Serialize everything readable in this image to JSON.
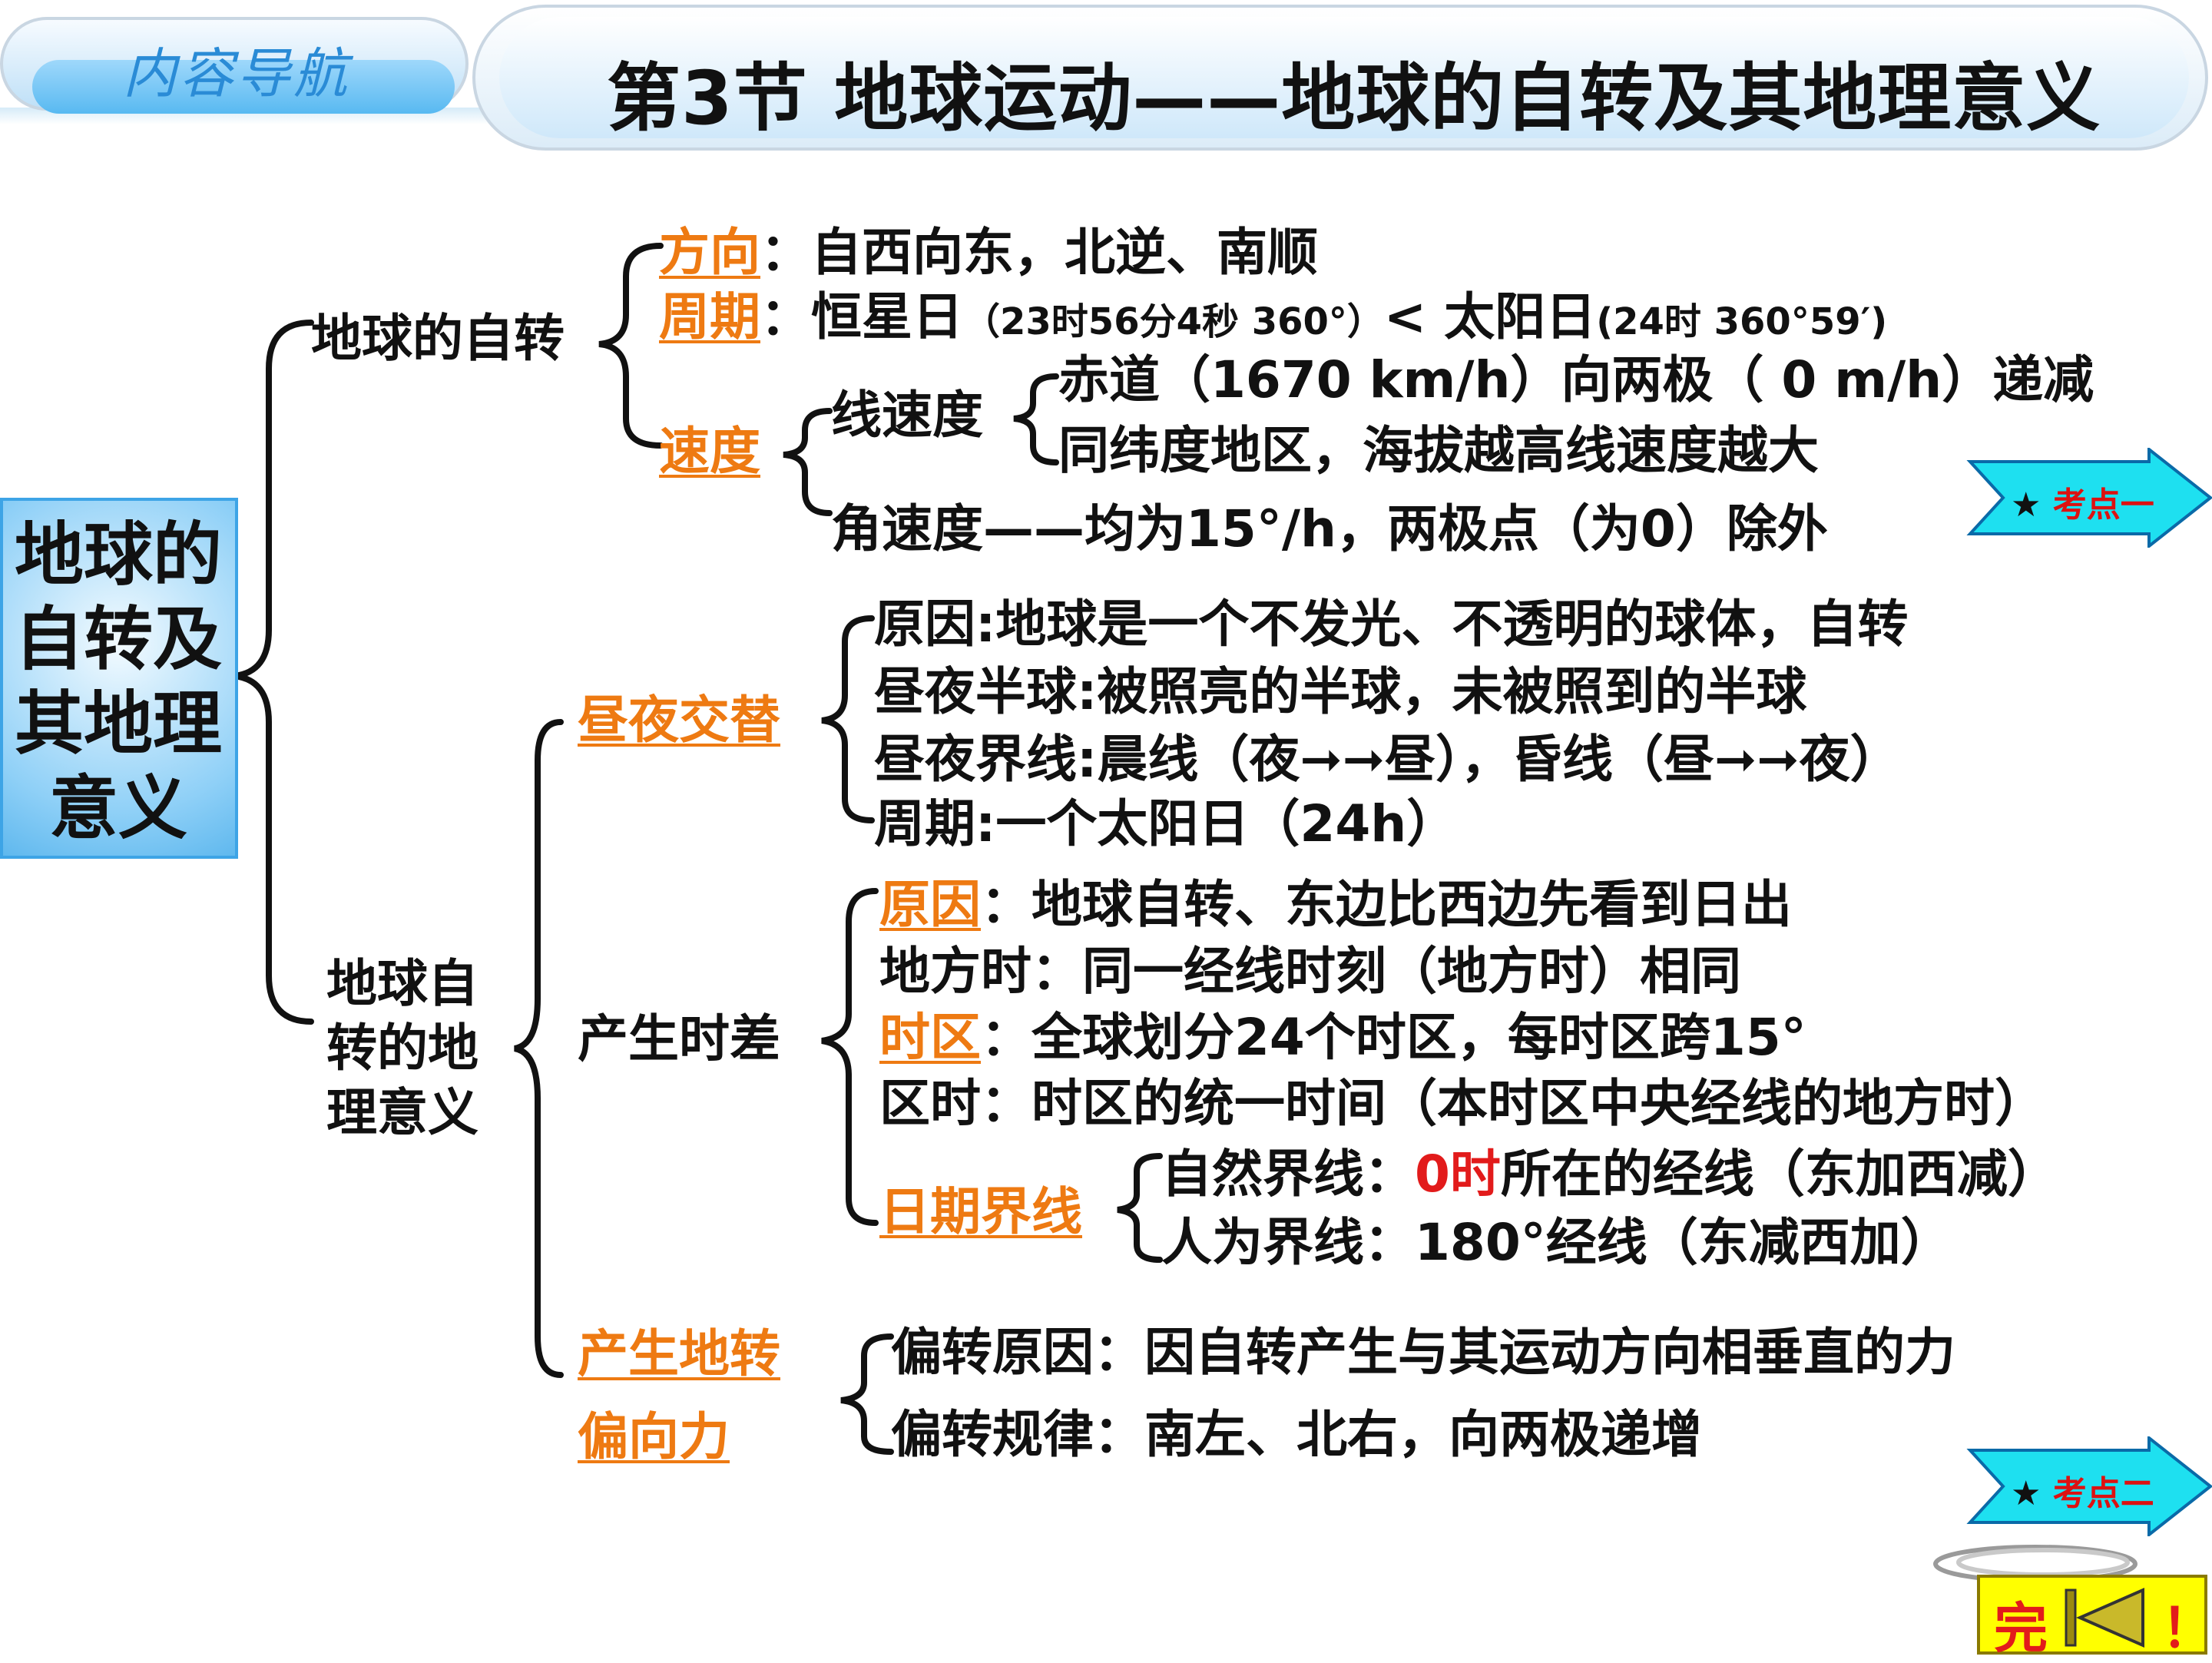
{
  "header": {
    "nav_label": "内容导航",
    "title": "第3节  地球运动——地球的自转及其地理意义"
  },
  "main_topic": "地球的\n自转及\n其地理\n意义",
  "rotation": {
    "label": "地球的自转",
    "direction": {
      "key": "方向",
      "text": "：自西向东，北逆、南顺"
    },
    "period": {
      "key": "周期",
      "sep": "：恒星日",
      "stellar": "（23时56分4秒 360°）",
      "lt": "< 太阳日",
      "solar": "(24时 360°59′)"
    },
    "speed": {
      "key": "速度",
      "linear": {
        "label": "线速度",
        "items": [
          "赤道（1670 km/h）向两极（ 0 m/h）递减",
          "同纬度地区，海拔越高线速度越大"
        ]
      },
      "angular": "角速度——均为15°/h，两极点（为0）除外"
    }
  },
  "significance": {
    "label_lines": [
      "地球自",
      "转的地",
      "理意义"
    ],
    "day_night": {
      "key": "昼夜交替",
      "items": [
        "原因:地球是一个不发光、不透明的球体，自转",
        "昼夜半球:被照亮的半球，未被照到的半球",
        "昼夜界线:晨线（夜➞➞昼），昏线（昼➞➞夜）",
        "周期:一个太阳日（24h）"
      ]
    },
    "time_diff": {
      "label": "产生时差",
      "cause_key": "原因",
      "cause_text": "：地球自转、东边比西边先看到日出",
      "local_time": "地方时：同一经线时刻（地方时）相同",
      "zone_key": "时区",
      "zone_text": "：全球划分24个时区，每时区跨15°",
      "zone_time": "区时：时区的统一时间（本时区中央经线的地方时）",
      "dateline_key": "日期界线",
      "natural_pre": "自然界线：",
      "natural_red": "0时",
      "natural_post": "所在的经线（东加西减）",
      "artificial": "人为界线：180°经线（东减西加）"
    },
    "deflection": {
      "key_lines": [
        "产生地转",
        "偏向力"
      ],
      "items": [
        "偏转原因：因自转产生与其运动方向相垂直的力",
        "偏转规律：南左、北右，向两极递增"
      ]
    }
  },
  "kaodian": {
    "one": "考点一",
    "two": "考点二",
    "star": "★"
  },
  "end_button": {
    "left": "完",
    "right": "！"
  },
  "colors": {
    "accent_orange": "#ee7a12",
    "red": "#e21b1b",
    "cyan": "#1ee0f0",
    "blue_box": "#8fd0f7",
    "button_yellow": "#ffff00"
  }
}
